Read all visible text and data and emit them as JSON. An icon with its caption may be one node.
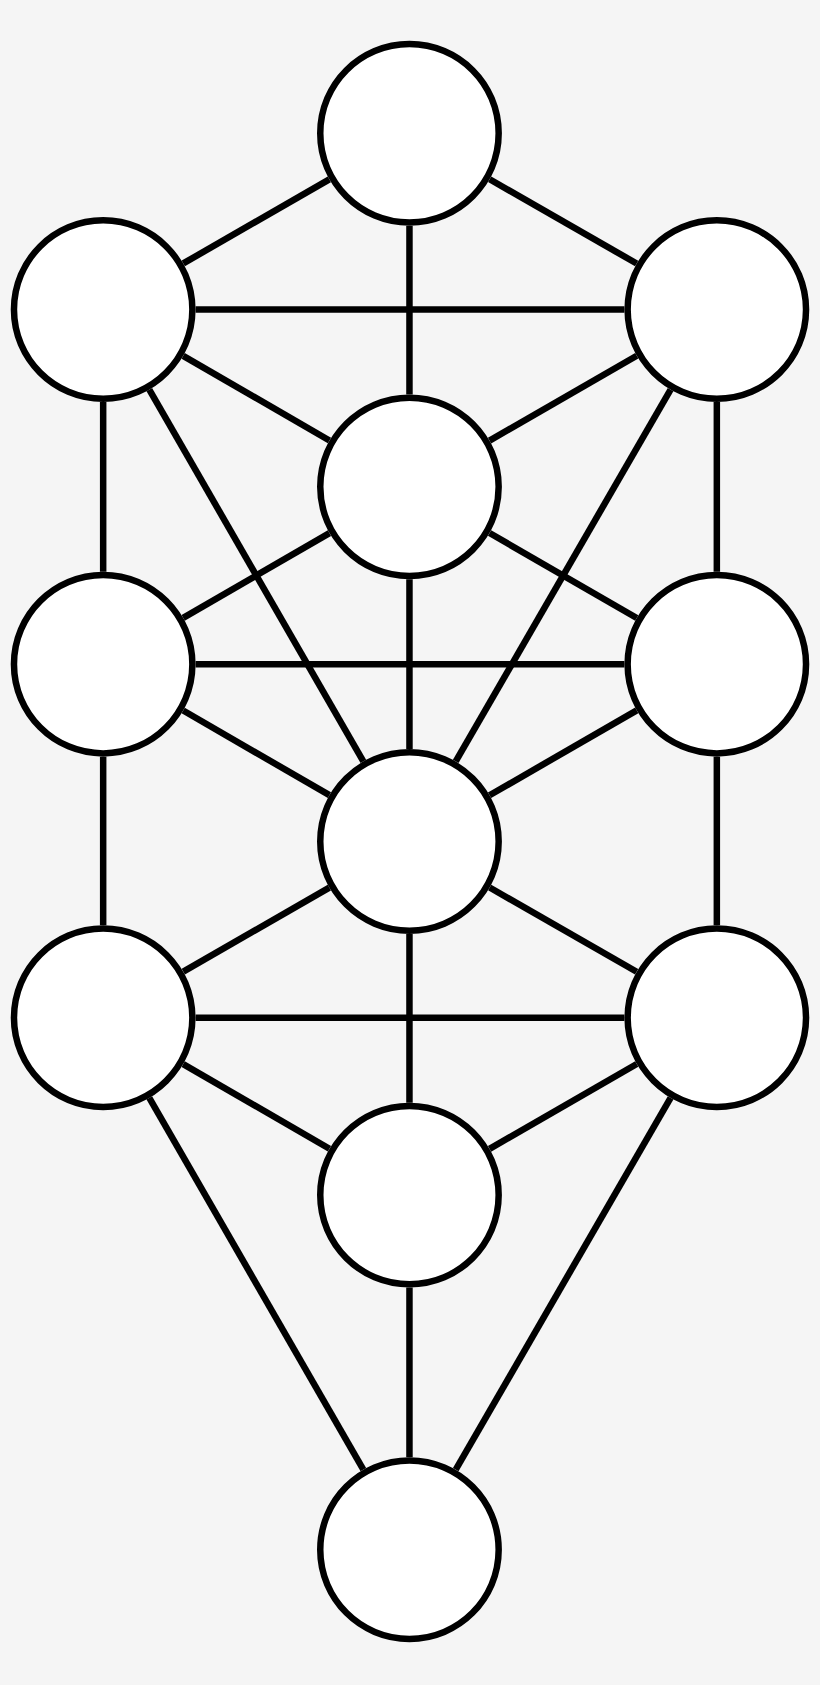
{
  "diagram": {
    "nodes": [
      {
        "text": [],
        "shape": "circle"
      },
      {
        "text": [],
        "shape": "circle"
      },
      {
        "text": [],
        "shape": "circle"
      },
      {
        "text": [],
        "shape": "circle"
      },
      {
        "text": [],
        "shape": "circle"
      },
      {
        "text": [],
        "shape": "circle"
      },
      {
        "text": [],
        "shape": "circle"
      },
      {
        "text": [],
        "shape": "circle"
      },
      {
        "text": [],
        "shape": "circle"
      },
      {
        "text": [],
        "shape": "circle"
      },
      {
        "text": [],
        "shape": "circle"
      }
    ],
    "edges": [
      {
        "from": 0,
        "to": 1,
        "arrow": "none"
      },
      {
        "from": 0,
        "to": 2,
        "arrow": "none"
      },
      {
        "from": 0,
        "to": 3,
        "arrow": "none"
      },
      {
        "from": 1,
        "to": 2,
        "arrow": "none"
      },
      {
        "from": 1,
        "to": 3,
        "arrow": "none"
      },
      {
        "from": 2,
        "to": 3,
        "arrow": "none"
      },
      {
        "from": 1,
        "to": 4,
        "arrow": "none"
      },
      {
        "from": 2,
        "to": 5,
        "arrow": "none"
      },
      {
        "from": 1,
        "to": 6,
        "arrow": "none"
      },
      {
        "from": 2,
        "to": 6,
        "arrow": "none"
      },
      {
        "from": 3,
        "to": 4,
        "arrow": "none"
      },
      {
        "from": 3,
        "to": 5,
        "arrow": "none"
      },
      {
        "from": 3,
        "to": 6,
        "arrow": "none"
      },
      {
        "from": 4,
        "to": 5,
        "arrow": "none"
      },
      {
        "from": 4,
        "to": 6,
        "arrow": "none"
      },
      {
        "from": 5,
        "to": 6,
        "arrow": "none"
      },
      {
        "from": 4,
        "to": 7,
        "arrow": "none"
      },
      {
        "from": 5,
        "to": 8,
        "arrow": "none"
      },
      {
        "from": 6,
        "to": 7,
        "arrow": "none"
      },
      {
        "from": 6,
        "to": 8,
        "arrow": "none"
      },
      {
        "from": 6,
        "to": 9,
        "arrow": "none"
      },
      {
        "from": 7,
        "to": 8,
        "arrow": "none"
      },
      {
        "from": 7,
        "to": 9,
        "arrow": "none"
      },
      {
        "from": 8,
        "to": 9,
        "arrow": "none"
      },
      {
        "from": 7,
        "to": 10,
        "arrow": "none"
      },
      {
        "from": 8,
        "to": 10,
        "arrow": "none"
      },
      {
        "from": 9,
        "to": 10,
        "arrow": "none"
      }
    ]
  }
}
